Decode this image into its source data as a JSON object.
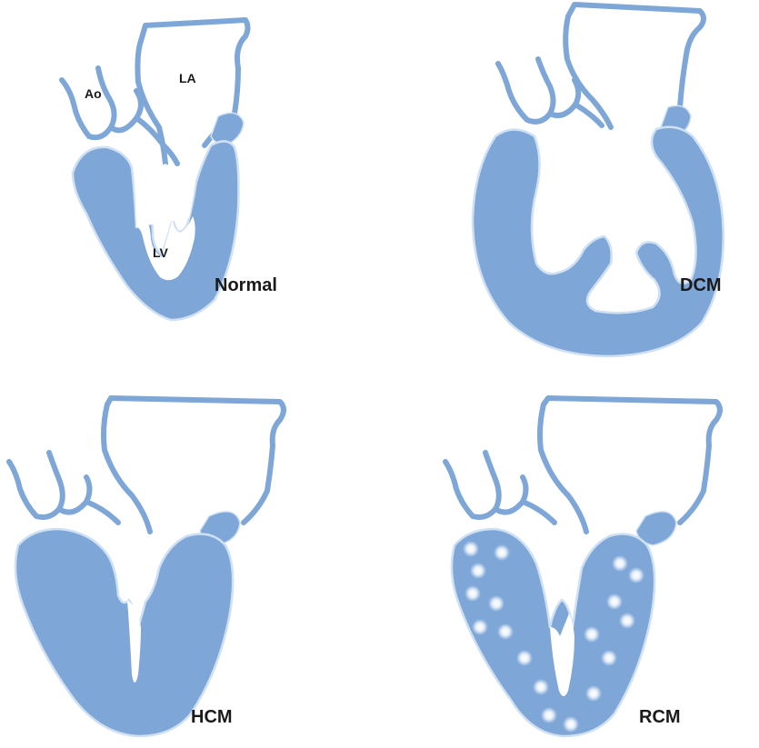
{
  "panels": {
    "normal": {
      "label": "Normal",
      "la": "LA",
      "ao": "Ao",
      "lv": "LV"
    },
    "dcm": {
      "label": "DCM"
    },
    "hcm": {
      "label": "HCM"
    },
    "rcm": {
      "label": "RCM"
    }
  },
  "colors": {
    "myocardium": "#7ea7d8",
    "highlight": "#cfe0f3",
    "label": "#1a1a1a"
  }
}
